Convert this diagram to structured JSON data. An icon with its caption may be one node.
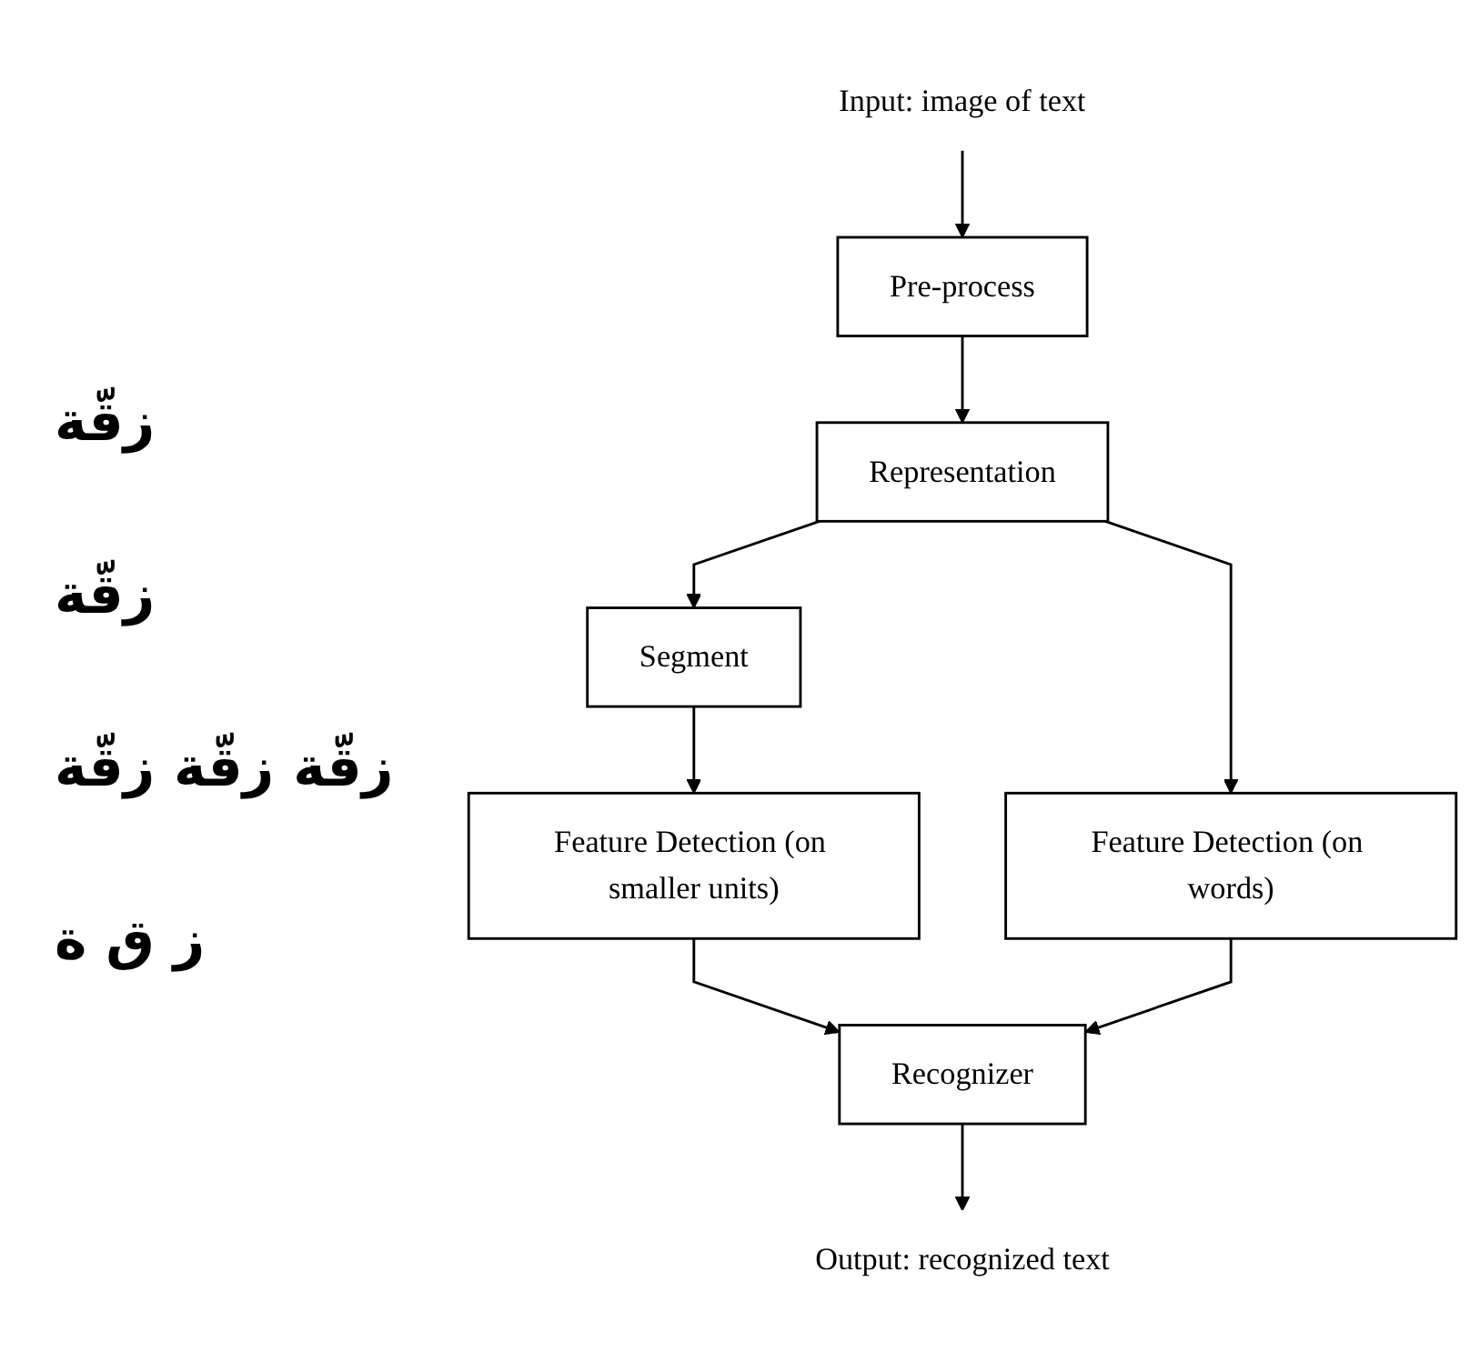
{
  "diagram": {
    "nodes": [
      {
        "text": [
          "Input: image of text"
        ]
      },
      {
        "text": [
          "Pre-process"
        ]
      },
      {
        "text": [
          "Representation"
        ]
      },
      {
        "text": [
          "Feature Detection (on words)"
        ]
      },
      {
        "text": [
          "Segment"
        ]
      },
      {
        "text": [
          "Feature Detection (on smaller units)"
        ]
      },
      {
        "text": [
          "Recognizer"
        ]
      },
      {
        "text": [
          "Output: recognized text"
        ]
      }
    ],
    "edges": [
      {
        "from": 0,
        "to": 1,
        "arrow": "to"
      },
      {
        "from": 1,
        "to": 2,
        "arrow": "to"
      },
      {
        "from": 2,
        "to": 4,
        "arrow": "to"
      },
      {
        "from": 2,
        "to": 3,
        "arrow": "to"
      },
      {
        "from": 4,
        "to": 5,
        "arrow": "to"
      },
      {
        "from": 5,
        "to": 6,
        "arrow": "to"
      },
      {
        "from": 3,
        "to": 6,
        "arrow": "to"
      },
      {
        "from": 6,
        "to": 7,
        "arrow": "to"
      }
    ],
    "labels": [
      "زقّة",
      "زقّة",
      "زقّة زقّة زقّة",
      "ز ق ة"
    ]
  }
}
